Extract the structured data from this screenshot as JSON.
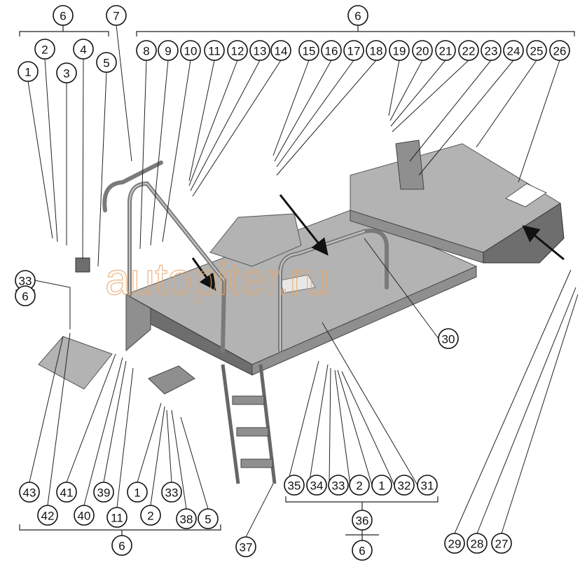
{
  "watermark": "autopiter.ru",
  "callouts": [
    "6",
    "1",
    "2",
    "3",
    "4",
    "5",
    "7",
    "6",
    "8",
    "9",
    "10",
    "11",
    "12",
    "13",
    "14",
    "15",
    "16",
    "17",
    "18",
    "19",
    "20",
    "21",
    "22",
    "23",
    "24",
    "25",
    "26",
    "33",
    "6",
    "30",
    "35",
    "34",
    "33",
    "2",
    "1",
    "32",
    "31",
    "36",
    "6",
    "43",
    "42",
    "41",
    "40",
    "39",
    "11",
    "1",
    "2",
    "33",
    "38",
    "5",
    "6",
    "37",
    "29",
    "28",
    "27"
  ]
}
